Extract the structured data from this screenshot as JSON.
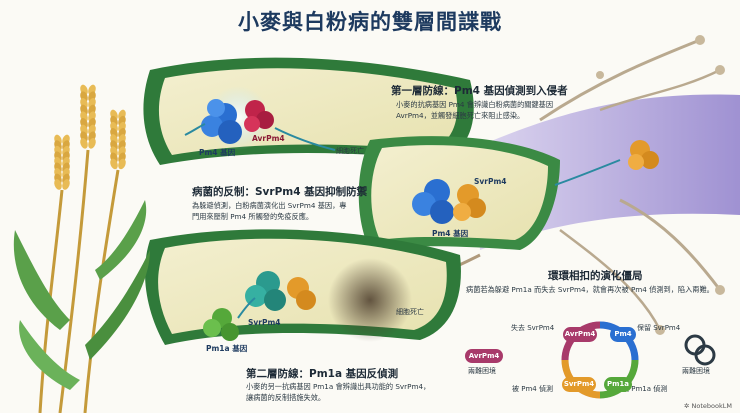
{
  "title": "小麥與白粉病的雙層間諜戰",
  "stage1": {
    "heading": "第一層防線：Pm4 基因偵測到入侵者",
    "body_line1": "小麥的抗病基因 Pm4 會辨識白粉病菌的關鍵基因",
    "body_line2": "AvrPm4，並觸發細胞死亡來阻止感染。",
    "label_pm4": "Pm4 基因",
    "label_avr": "AvrPm4",
    "label_death": "細胞死亡"
  },
  "stage2": {
    "heading": "病菌的反制：SvrPm4 基因抑制防禦",
    "body_line1": "為躲避偵測，白粉病菌演化出 SvrPm4 基因，專",
    "body_line2": "門用來壓制 Pm4 所觸發的免疫反應。",
    "label_svr": "SvrPm4",
    "label_pm4": "Pm4 基因"
  },
  "stage3": {
    "heading": "第二層防線：Pm1a 基因反偵測",
    "body_line1": "小麥的另一抗病基因 Pm1a 會辨識出具功能的 SvrPm4，",
    "body_line2": "讓病菌的反制措施失效。",
    "label_pm1a": "Pm1a 基因",
    "label_svr": "SvrPm4",
    "label_death": "細胞死亡"
  },
  "cycle": {
    "heading": "環環相扣的演化僵局",
    "body": "病菌若為躲避 Pm1a 而失去 SvrPm4，就會再次被 Pm4 偵測到，陷入兩難。",
    "node_avr": "AvrPm4",
    "node_pm4": "Pm4",
    "node_svr": "SvrPm4",
    "node_pm1a": "Pm1a",
    "label_lose_svr": "失去 SvrPm4",
    "label_keep_svr": "保留 SvrPm4",
    "label_pm4_detect": "被 Pm4 偵測",
    "label_pm1a_detect": "被 Pm1a 偵測",
    "left_badge": "AvrPm4",
    "left_caption": "兩難困境",
    "right_caption": "兩難困境"
  },
  "watermark": "NotebookLM",
  "colors": {
    "title": "#1d3a5f",
    "pm4": "#2a6fd1",
    "avr": "#c0244a",
    "svr": "#e39a2a",
    "pm1a": "#55a83a",
    "svr_teal": "#2b9a8e",
    "fungus": "#8a7bc8"
  }
}
